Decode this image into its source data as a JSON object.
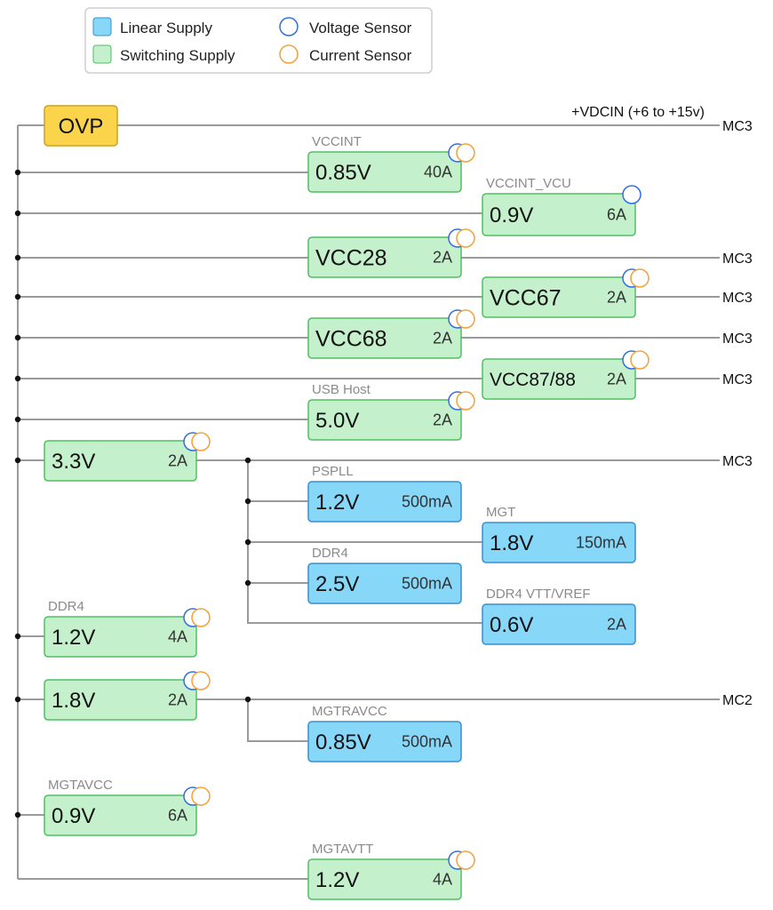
{
  "colors": {
    "linear_fill": "#87d7f9",
    "linear_stroke": "#3a8fcf",
    "switching_fill": "#c4f0cb",
    "switching_stroke": "#4fbf63",
    "ovp_fill": "#fbd44c",
    "ovp_stroke": "#c9a126",
    "voltage_sensor": "#2f6fe0",
    "current_sensor": "#f5a03a",
    "wire": "#9a9a9a",
    "label_gray": "#8a8a8a"
  },
  "legend": {
    "linear": "Linear Supply",
    "switching": "Switching Supply",
    "voltage": "Voltage Sensor",
    "current": "Current Sensor"
  },
  "input": {
    "ovp": "OVP",
    "vdcin": "+VDCIN (+6 to +15v)",
    "dest": "MC3"
  },
  "supplies": [
    {
      "id": "vccint",
      "label": "VCCINT",
      "value": "0.85V",
      "current": "40A",
      "type": "switching",
      "sensors": [
        "voltage",
        "current"
      ]
    },
    {
      "id": "vccint-vcu",
      "label": "VCCINT_VCU",
      "value": "0.9V",
      "current": "6A",
      "type": "switching",
      "sensors": [
        "voltage"
      ]
    },
    {
      "id": "vcc28",
      "label": "",
      "value": "VCC28",
      "current": "2A",
      "type": "switching",
      "sensors": [
        "voltage",
        "current"
      ],
      "dest": "MC3"
    },
    {
      "id": "vcc67",
      "label": "",
      "value": "VCC67",
      "current": "2A",
      "type": "switching",
      "sensors": [
        "voltage",
        "current"
      ],
      "dest": "MC3"
    },
    {
      "id": "vcc68",
      "label": "",
      "value": "VCC68",
      "current": "2A",
      "type": "switching",
      "sensors": [
        "voltage",
        "current"
      ],
      "dest": "MC3"
    },
    {
      "id": "vcc87-88",
      "label": "",
      "value": "VCC87/88",
      "current": "2A",
      "type": "switching",
      "sensors": [
        "voltage",
        "current"
      ],
      "dest": "MC3"
    },
    {
      "id": "usb-host",
      "label": "USB Host",
      "value": "5.0V",
      "current": "2A",
      "type": "switching",
      "sensors": [
        "voltage",
        "current"
      ]
    },
    {
      "id": "rail-3v3",
      "label": "",
      "value": "3.3V",
      "current": "2A",
      "type": "switching",
      "sensors": [
        "voltage",
        "current"
      ],
      "dest": "MC3"
    },
    {
      "id": "psplL",
      "label": "PSPLL",
      "value": "1.2V",
      "current": "500mA",
      "type": "linear",
      "sensors": []
    },
    {
      "id": "mgt",
      "label": "MGT",
      "value": "1.8V",
      "current": "150mA",
      "type": "linear",
      "sensors": []
    },
    {
      "id": "ddr4-2v5",
      "label": "DDR4",
      "value": "2.5V",
      "current": "500mA",
      "type": "linear",
      "sensors": []
    },
    {
      "id": "ddr4-vtt",
      "label": "DDR4 VTT/VREF",
      "value": "0.6V",
      "current": "2A",
      "type": "linear",
      "sensors": []
    },
    {
      "id": "ddr4-1v2",
      "label": "DDR4",
      "value": "1.2V",
      "current": "4A",
      "type": "switching",
      "sensors": [
        "voltage",
        "current"
      ]
    },
    {
      "id": "rail-1v8",
      "label": "",
      "value": "1.8V",
      "current": "2A",
      "type": "switching",
      "sensors": [
        "voltage",
        "current"
      ],
      "dest": "MC2"
    },
    {
      "id": "mgtravcc",
      "label": "MGTRAVCC",
      "value": "0.85V",
      "current": "500mA",
      "type": "linear",
      "sensors": []
    },
    {
      "id": "mgtavcc",
      "label": "MGTAVCC",
      "value": "0.9V",
      "current": "6A",
      "type": "switching",
      "sensors": [
        "voltage",
        "current"
      ]
    },
    {
      "id": "mgtavtt",
      "label": "MGTAVTT",
      "value": "1.2V",
      "current": "4A",
      "type": "switching",
      "sensors": [
        "voltage",
        "current"
      ]
    }
  ]
}
